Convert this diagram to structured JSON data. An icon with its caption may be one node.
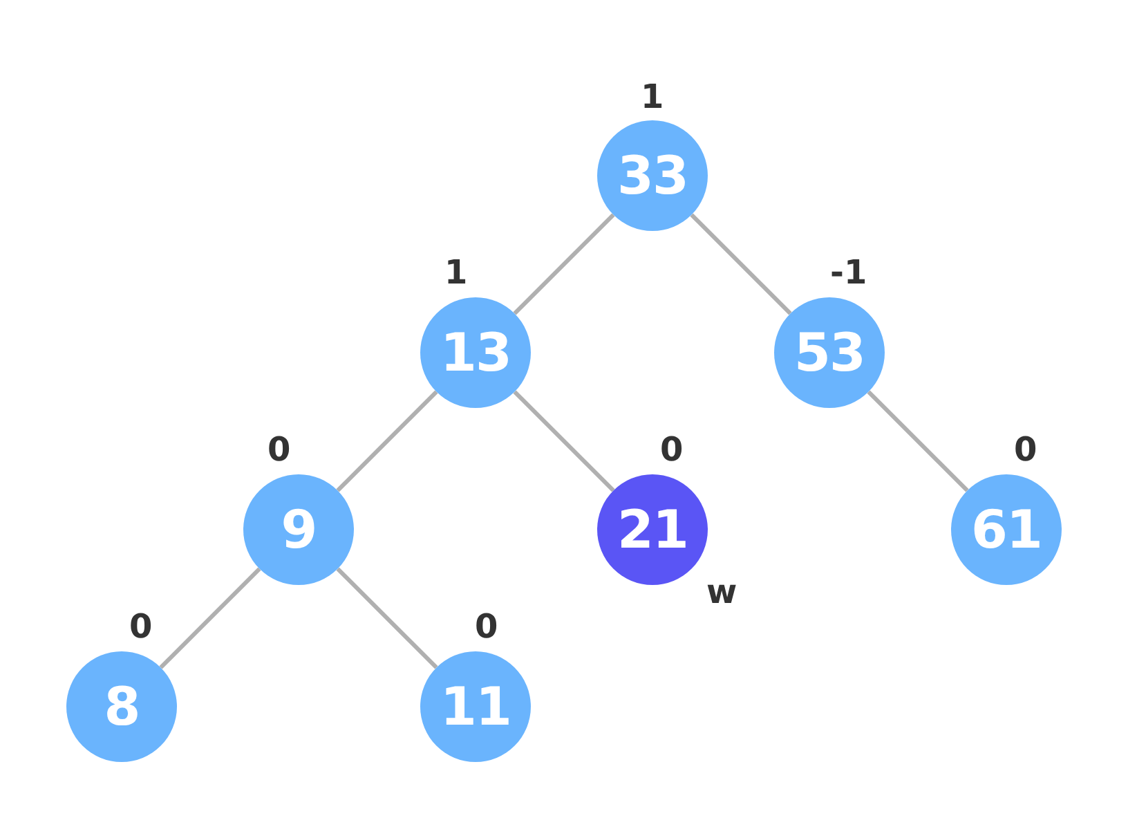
{
  "diagram": {
    "nodes": [
      {
        "text": [
          "33"
        ],
        "beside": [
          "1"
        ]
      },
      {
        "text": [
          "13"
        ],
        "beside": [
          "1"
        ]
      },
      {
        "text": [
          "53"
        ],
        "beside": [
          "-1"
        ]
      },
      {
        "text": [
          "9"
        ],
        "beside": [
          "0"
        ]
      },
      {
        "text": [
          "21"
        ],
        "beside": [
          "0",
          "w"
        ]
      },
      {
        "text": [
          "61"
        ],
        "beside": [
          "0"
        ]
      },
      {
        "text": [
          "8"
        ],
        "beside": [
          "0"
        ]
      },
      {
        "text": [
          "11"
        ],
        "beside": [
          "0"
        ]
      }
    ],
    "edges": [
      {
        "from": 0,
        "to": 1,
        "arrow": "none"
      },
      {
        "from": 0,
        "to": 2,
        "arrow": "none"
      },
      {
        "from": 1,
        "to": 3,
        "arrow": "none"
      },
      {
        "from": 1,
        "to": 4,
        "arrow": "none"
      },
      {
        "from": 2,
        "to": 5,
        "arrow": "none"
      },
      {
        "from": 3,
        "to": 6,
        "arrow": "none"
      },
      {
        "from": 3,
        "to": 7,
        "arrow": "none"
      }
    ]
  }
}
